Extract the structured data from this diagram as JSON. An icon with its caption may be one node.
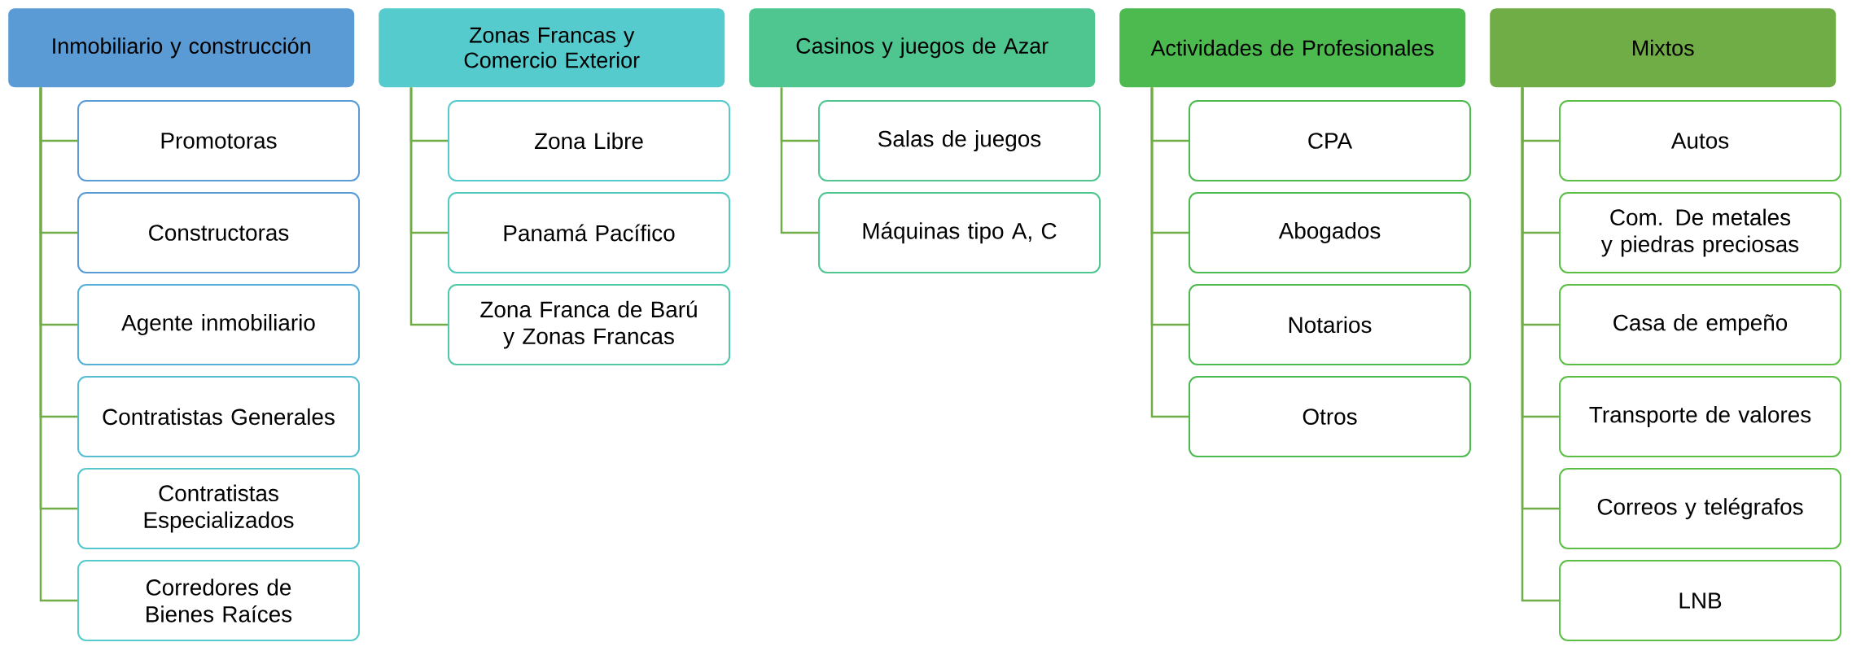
{
  "diagram": {
    "nodes": [
      {
        "text": [
          "Inmobiliario y construcción"
        ]
      },
      {
        "text": [
          "Promotoras"
        ]
      },
      {
        "text": [
          "Constructoras"
        ]
      },
      {
        "text": [
          "Agente inmobiliario"
        ]
      },
      {
        "text": [
          "Contratistas Generales"
        ]
      },
      {
        "text": [
          "Contratistas Especializados"
        ]
      },
      {
        "text": [
          "Corredores de Bienes Raíces"
        ]
      },
      {
        "text": [
          "Zonas Francas y Comercio Exterior"
        ]
      },
      {
        "text": [
          "Zona Libre"
        ]
      },
      {
        "text": [
          "Panamá Pacífico"
        ]
      },
      {
        "text": [
          "Zona Franca de Barú y Zonas Francas"
        ]
      },
      {
        "text": [
          "Casinos y juegos de Azar"
        ]
      },
      {
        "text": [
          "Salas de juegos"
        ]
      },
      {
        "text": [
          "Máquinas tipo A, C"
        ]
      },
      {
        "text": [
          "Actividades de Profesionales"
        ]
      },
      {
        "text": [
          "CPA"
        ]
      },
      {
        "text": [
          "Abogados"
        ]
      },
      {
        "text": [
          "Notarios"
        ]
      },
      {
        "text": [
          "Otros"
        ]
      },
      {
        "text": [
          "Mixtos"
        ]
      },
      {
        "text": [
          "Autos"
        ]
      },
      {
        "text": [
          "Com. De metales y piedras preciosas"
        ]
      },
      {
        "text": [
          "Casa de empeño"
        ]
      },
      {
        "text": [
          "Transporte de valores"
        ]
      },
      {
        "text": [
          "Correos y telégrafos"
        ]
      },
      {
        "text": [
          "LNB"
        ]
      }
    ],
    "edges": [
      {
        "from": 0,
        "to": 1,
        "arrow": "none"
      },
      {
        "from": 0,
        "to": 2,
        "arrow": "none"
      },
      {
        "from": 0,
        "to": 3,
        "arrow": "none"
      },
      {
        "from": 0,
        "to": 4,
        "arrow": "none"
      },
      {
        "from": 0,
        "to": 5,
        "arrow": "none"
      },
      {
        "from": 0,
        "to": 6,
        "arrow": "none"
      },
      {
        "from": 7,
        "to": 8,
        "arrow": "none"
      },
      {
        "from": 7,
        "to": 9,
        "arrow": "none"
      },
      {
        "from": 7,
        "to": 10,
        "arrow": "none"
      },
      {
        "from": 11,
        "to": 12,
        "arrow": "none"
      },
      {
        "from": 11,
        "to": 13,
        "arrow": "none"
      },
      {
        "from": 14,
        "to": 15,
        "arrow": "none"
      },
      {
        "from": 14,
        "to": 16,
        "arrow": "none"
      },
      {
        "from": 14,
        "to": 17,
        "arrow": "none"
      },
      {
        "from": 14,
        "to": 18,
        "arrow": "none"
      },
      {
        "from": 19,
        "to": 20,
        "arrow": "none"
      },
      {
        "from": 19,
        "to": 21,
        "arrow": "none"
      },
      {
        "from": 19,
        "to": 22,
        "arrow": "none"
      },
      {
        "from": 19,
        "to": 23,
        "arrow": "none"
      },
      {
        "from": 19,
        "to": 24,
        "arrow": "none"
      },
      {
        "from": 19,
        "to": 25,
        "arrow": "none"
      }
    ]
  }
}
